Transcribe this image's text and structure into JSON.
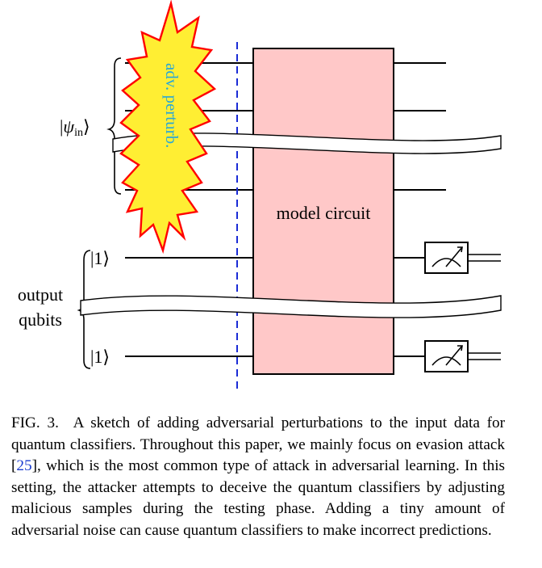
{
  "figure": {
    "input_state": {
      "psi": "ψ",
      "sub": "in"
    },
    "output_label": [
      "output",
      "qubits"
    ],
    "ket_one": "|1⟩",
    "perturbation": "adv. perturb.",
    "model_box": "model circuit"
  },
  "caption": {
    "label": "FIG. 3.",
    "text_a": "A sketch of adding adversarial perturbations to the input data for quantum classifiers. Throughout this paper, we mainly focus on evasion attack [",
    "cite": "25",
    "text_b": "], which is the most common type of attack in adversarial learning. In this setting, the attacker attempts to deceive the quantum classifiers by adjusting malicious samples during the testing phase. Adding a tiny amount of adversarial noise can cause quantum classifiers to make incorrect predictions."
  },
  "colors": {
    "model_fill": "#ffc8c8",
    "starburst_fill": "#ffee33",
    "starburst_stroke": "#ff0000",
    "perturb_text": "#2aa7d6",
    "dashed_line": "#1a2bd6",
    "cite": "#1a3ccf"
  }
}
